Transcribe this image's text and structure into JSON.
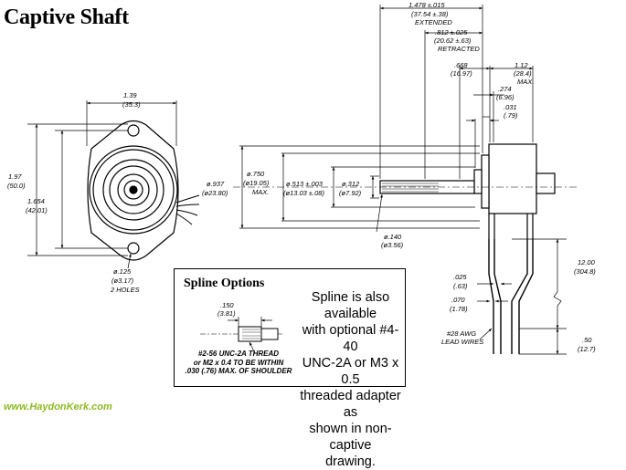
{
  "title": "Captive Shaft",
  "dims": {
    "ext_len": "1.478 ±.015",
    "ext_len_mm": "(37.54 ±.38)",
    "ext_label": "EXTENDED",
    "ret_len": ".812 ±.025",
    "ret_len_mm": "(20.62 ±.63)",
    "ret_label": "RETRACTED",
    "d668": ".668",
    "d668_mm": "(16.97)",
    "d112": "1.12",
    "d112_mm": "(28.4)",
    "d112_max": "MAX.",
    "d274": ".274",
    "d274_mm": "(6.96)",
    "d031": ".031",
    "d031_mm": "(.79)",
    "w139": "1.39",
    "w139_mm": "(35.3)",
    "h197": "1.97",
    "h197_mm": "(50.0)",
    "h1654": "1.654",
    "h1654_mm": "(42.01)",
    "hole": "ø.125",
    "hole_mm": "(ø3.17)",
    "hole_label": "2 HOLES",
    "dia937": "ø.937",
    "dia937_mm": "(ø23.80)",
    "dia750": "ø.750",
    "dia750_mm": "(ø19.05)",
    "dia750_max": "MAX.",
    "dia513": "ø.513 ±.003",
    "dia513_mm": "(ø13.03 ±.08)",
    "dia312": "ø.312",
    "dia312_mm": "(ø7.92)",
    "dia140": "ø.140",
    "dia140_mm": "(ø3.56)",
    "d025": ".025",
    "d025_mm": "(.63)",
    "d070": ".070",
    "d070_mm": "(1.78)",
    "awg": "#28 AWG",
    "awg2": "LEAD WIRES",
    "d1200": "12.00",
    "d1200_mm": "(304.8)",
    "d050": ".50",
    "d050_mm": "(12.7)"
  },
  "spline": {
    "title": "Spline Options",
    "dim": ".150",
    "dim_mm": "(3.81)",
    "note_line1": "#2-56 UNC-2A THREAD",
    "note_line2": "or M2 x 0.4 TO BE WITHIN",
    "note_line3": ".030 (.76) MAX. OF SHOULDER",
    "text_line1": "Spline is also available",
    "text_line2": "with optional #4-40",
    "text_line3": "UNC-2A or M3 x 0.5",
    "text_line4": "threaded adapter as",
    "text_line5": "shown in non-captive",
    "text_line6": "drawing."
  },
  "url": "www.HaydonKerk.com",
  "colors": {
    "url": "#8dbb1f",
    "line": "#000000"
  }
}
